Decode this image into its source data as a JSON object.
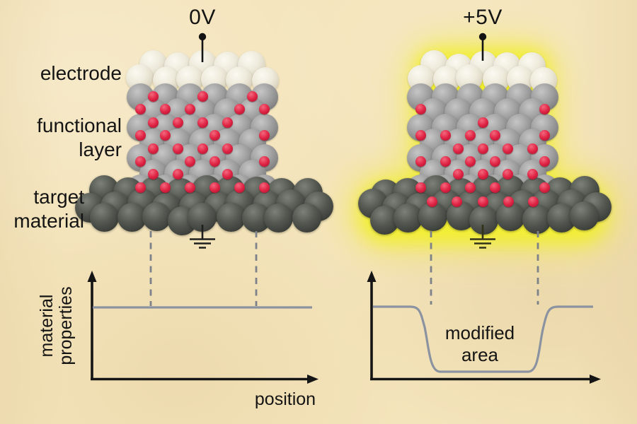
{
  "figure": {
    "background_color": "#f4e4bb",
    "left_device": {
      "voltage_label": "0V",
      "glow": false,
      "dot_rows": [
        [
          0,
          2,
          4
        ],
        [
          0,
          1,
          2,
          4,
          5
        ],
        [
          0,
          1,
          2,
          3
        ],
        [
          0,
          1,
          3,
          5
        ],
        [
          0,
          1,
          2,
          3
        ],
        [
          0,
          2,
          3,
          5
        ],
        [
          0,
          1,
          3
        ],
        [
          0,
          1,
          2,
          3,
          4,
          5
        ]
      ],
      "target_dots": []
    },
    "right_device": {
      "voltage_label": "+5V",
      "glow": true,
      "dot_rows": [
        [],
        [
          0,
          5
        ],
        [
          2
        ],
        [
          0,
          1,
          2,
          3,
          5
        ],
        [
          1,
          2,
          3,
          4
        ],
        [
          0,
          1,
          2,
          3,
          5
        ],
        [
          1,
          2,
          3,
          4
        ],
        [
          0,
          1,
          2,
          3,
          5
        ]
      ],
      "target_dots": [
        -72,
        -37,
        0,
        36,
        71
      ]
    },
    "layer_labels": {
      "electrode": "electrode",
      "functional_line1": "functional",
      "functional_line2": "layer",
      "target_line1": "target",
      "target_line2": "material"
    },
    "left_graph": {
      "curve_type": "flat",
      "ylabel_line1": "material",
      "ylabel_line2": "properties",
      "xlabel": "position"
    },
    "right_graph": {
      "curve_type": "dip",
      "annotation_line1": "modified",
      "annotation_line2": "area"
    },
    "colors": {
      "electrode_sphere": "#ece8da",
      "functional_sphere": "#9a9a9a",
      "target_sphere": "#4b4f4a",
      "mobile_ion_red": "#e02545",
      "glow_yellow": "#f2ef2f",
      "property_curve": "#8b93a0",
      "dashed_guide": "#7d828a",
      "axis_black": "#151515"
    }
  }
}
